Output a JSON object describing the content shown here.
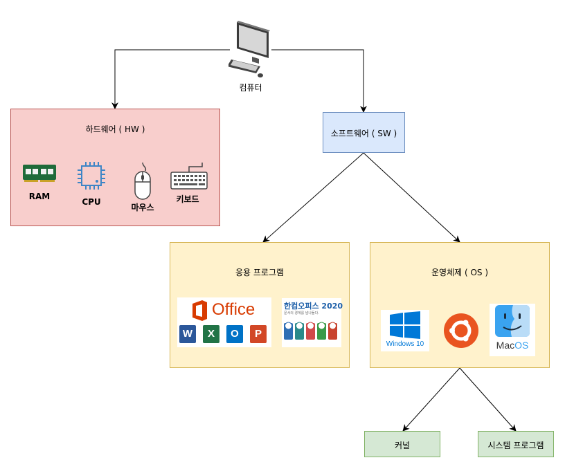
{
  "root": {
    "label": "컴퓨터",
    "icon": "computer-monitor-icon"
  },
  "hardware": {
    "title": "하드웨어 ( HW )",
    "items": [
      {
        "label": "RAM",
        "icon": "ram-icon"
      },
      {
        "label": "CPU",
        "icon": "cpu-icon"
      },
      {
        "label": "마우스",
        "icon": "mouse-icon"
      },
      {
        "label": "키보드",
        "icon": "keyboard-icon"
      }
    ]
  },
  "software": {
    "title": "소프트웨어 ( SW )"
  },
  "applications": {
    "title": "응용 프로그램",
    "office_logo": {
      "text": "Office",
      "apps": [
        "W",
        "X",
        "O",
        "P"
      ]
    },
    "hancom_logo": {
      "title": "한컴오피스 2020",
      "subtitle": "문서의 경계를 넘나들다."
    }
  },
  "os": {
    "title": "운영체제 ( OS )",
    "logos": [
      {
        "text": "Windows 10",
        "icon": "windows-logo-icon"
      },
      {
        "text": "",
        "icon": "ubuntu-logo-icon"
      },
      {
        "text_a": "Mac",
        "text_b": "OS",
        "icon": "finder-face-icon"
      }
    ],
    "children": [
      "커널",
      "시스템 프로그램"
    ]
  },
  "colors": {
    "hw_fill": "#f8cecc",
    "hw_stroke": "#b85450",
    "sw_fill": "#dae8fc",
    "sw_stroke": "#6c8ebf",
    "yellow_fill": "#fff2cc",
    "yellow_stroke": "#d6b656",
    "green_fill": "#d5e8d4",
    "green_stroke": "#82b366",
    "office_red": "#d83b01",
    "ubuntu_orange": "#e95420",
    "windows_blue": "#0078d7"
  }
}
